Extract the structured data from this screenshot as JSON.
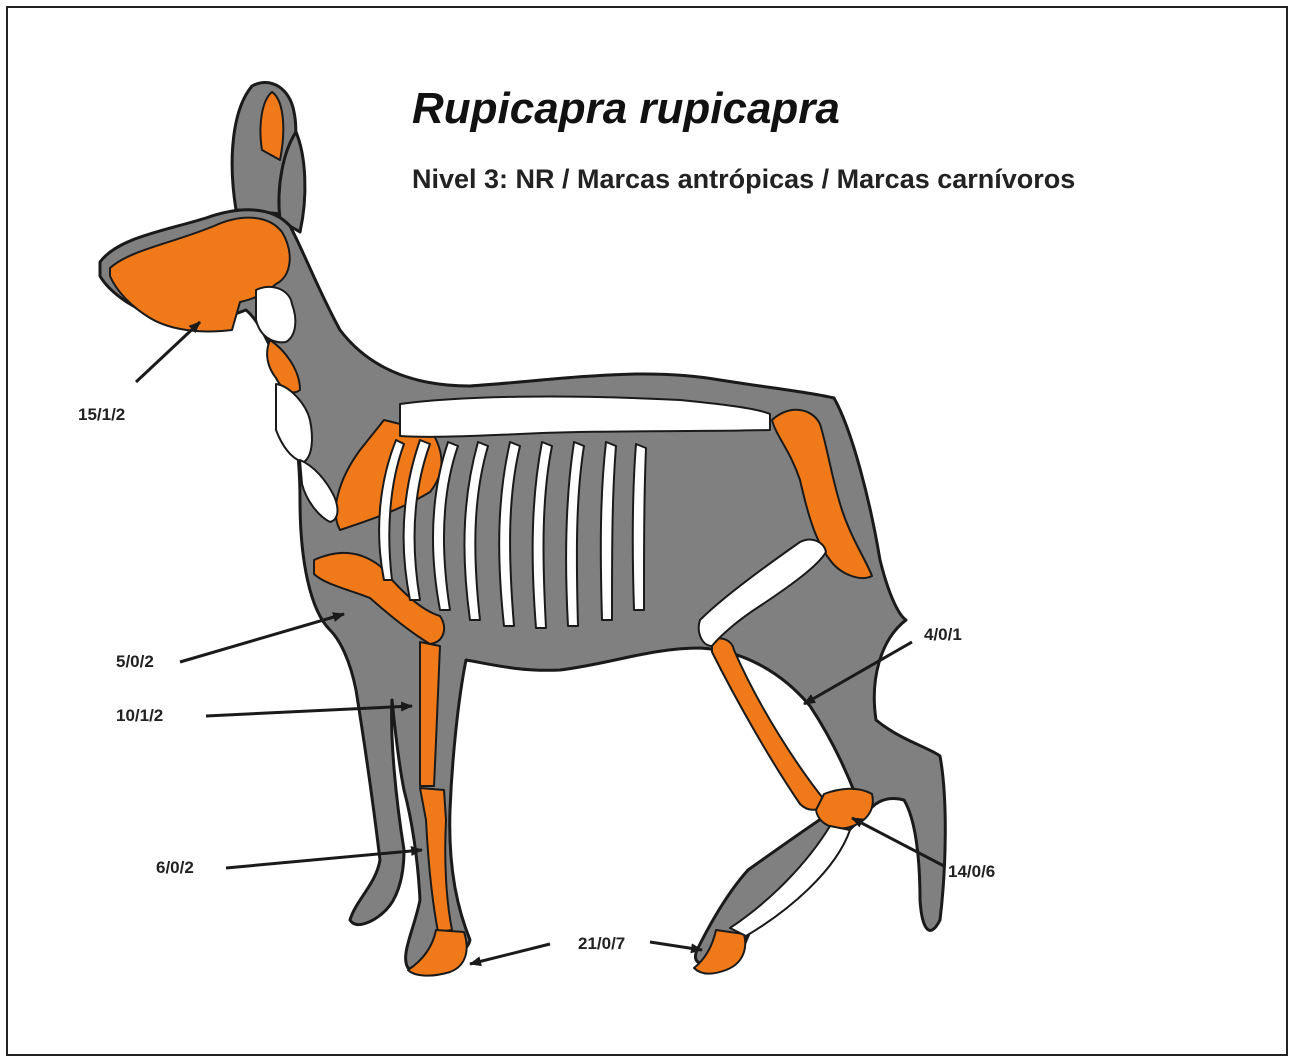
{
  "title": "Rupicapra rupicapra",
  "subtitle": "Nivel 3: NR / Marcas antrópicas / Marcas carnívoros",
  "colors": {
    "body": "#808080",
    "outline": "#1a1a1a",
    "bone_present": "#f07a1a",
    "bone_absent": "#ffffff"
  },
  "labels": {
    "skull": "15/1/2",
    "humerus": "5/0/2",
    "radius_ulna": "10/1/2",
    "metacarpal": "6/0/2",
    "phalanges": "21/0/7",
    "femur": "4/0/1",
    "tarsals": "14/0/6"
  }
}
